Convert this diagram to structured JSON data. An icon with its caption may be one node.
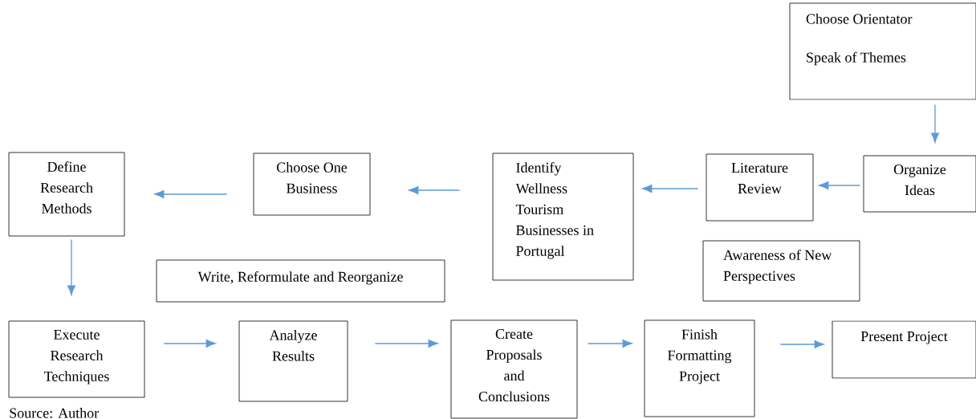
{
  "diagram": {
    "caption": "Source: Author",
    "nodes": [
      {
        "text": [
          "Choose Orientator",
          "Speak of Themes"
        ]
      },
      {
        "text": [
          "Organize Ideas"
        ]
      },
      {
        "text": [
          "Literature Review"
        ]
      },
      {
        "text": [
          "Identify Wellness Tourism Businesses in Portugal"
        ]
      },
      {
        "text": [
          "Choose One Business"
        ]
      },
      {
        "text": [
          "Define Research Methods"
        ]
      },
      {
        "text": [
          "Write, Reformulate and Reorganize"
        ]
      },
      {
        "text": [
          "Awareness of New Perspectives"
        ]
      },
      {
        "text": [
          "Execute Research Techniques"
        ]
      },
      {
        "text": [
          "Analyze Results"
        ]
      },
      {
        "text": [
          "Create Proposals and Conclusions"
        ]
      },
      {
        "text": [
          "Finish Formatting Project"
        ]
      },
      {
        "text": [
          "Present Project"
        ]
      }
    ],
    "edges": [
      {
        "from": 0,
        "to": 1,
        "arrow": "to",
        "color": "#5b9bd5"
      },
      {
        "from": 1,
        "to": 2,
        "arrow": "to",
        "color": "#5b9bd5"
      },
      {
        "from": 2,
        "to": 3,
        "arrow": "to",
        "color": "#5b9bd5"
      },
      {
        "from": 3,
        "to": 4,
        "arrow": "to",
        "color": "#5b9bd5"
      },
      {
        "from": 4,
        "to": 5,
        "arrow": "to",
        "color": "#5b9bd5"
      },
      {
        "from": 5,
        "to": 8,
        "arrow": "to",
        "color": "#5b9bd5"
      },
      {
        "from": 8,
        "to": 9,
        "arrow": "to",
        "color": "#5b9bd5"
      },
      {
        "from": 9,
        "to": 10,
        "arrow": "to",
        "color": "#5b9bd5"
      },
      {
        "from": 10,
        "to": 11,
        "arrow": "to",
        "color": "#5b9bd5"
      },
      {
        "from": 11,
        "to": 12,
        "arrow": "to",
        "color": "#5b9bd5"
      }
    ]
  }
}
